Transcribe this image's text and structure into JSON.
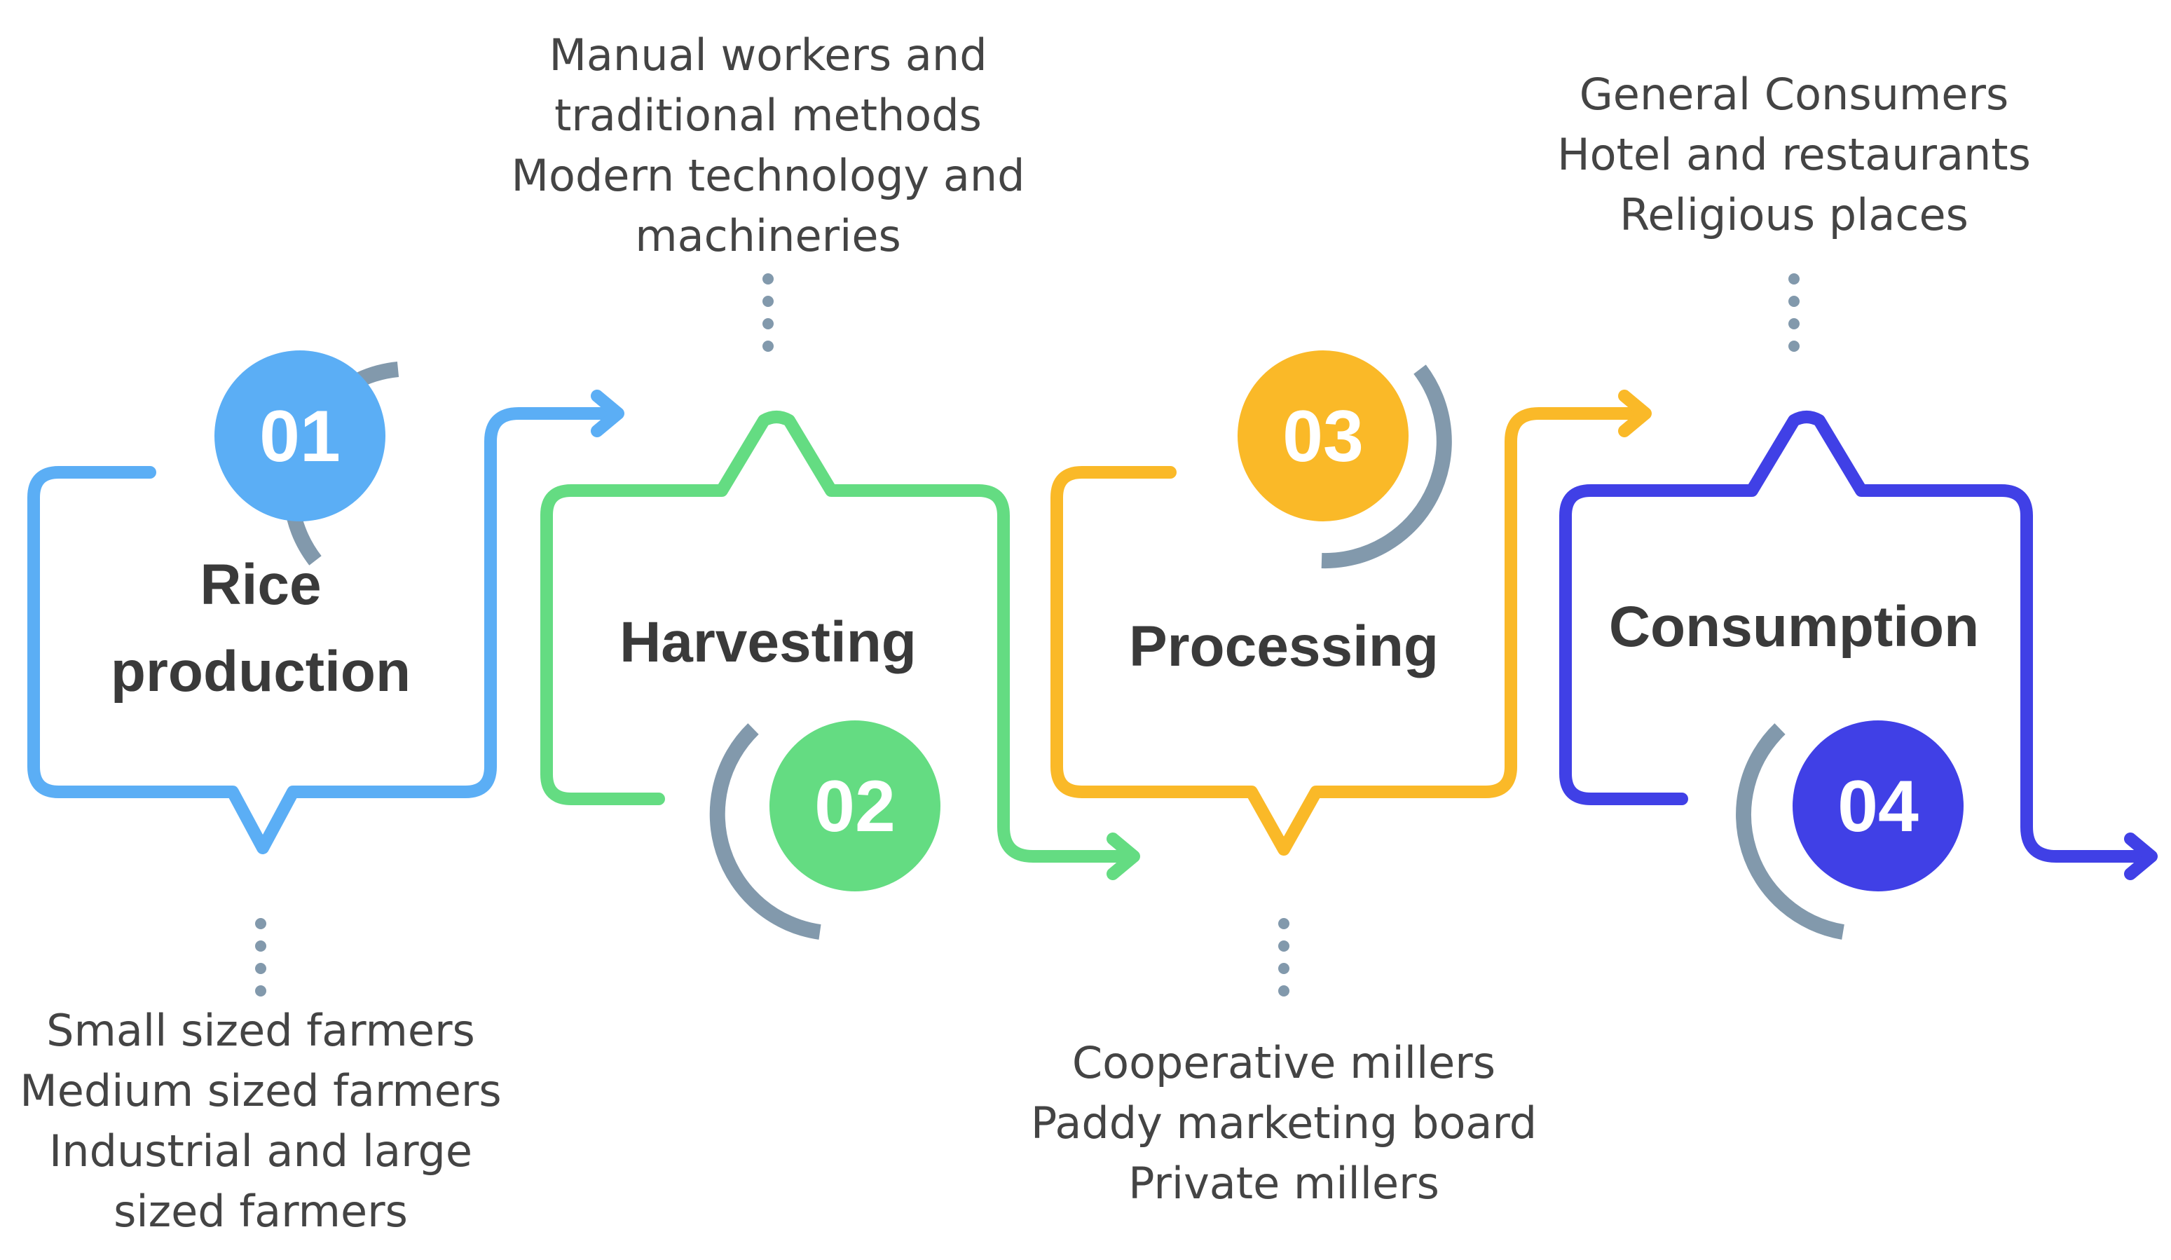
{
  "steps": [
    {
      "number": "01",
      "title_line1": "Rice",
      "title_line2": "production",
      "color": "#5BAEF5",
      "details": [
        "Small sized farmers",
        "Medium sized farmers",
        "Industrial and large",
        "sized farmers"
      ]
    },
    {
      "number": "02",
      "title": "Harvesting",
      "color": "#64DC82",
      "details": [
        "Manual workers and",
        "traditional methods",
        "Modern technology and",
        "machineries"
      ]
    },
    {
      "number": "03",
      "title": "Processing",
      "color": "#FAB928",
      "details": [
        "Cooperative millers",
        "Paddy marketing board",
        "Private millers"
      ]
    },
    {
      "number": "04",
      "title": "Consumption",
      "color": "#4040E6",
      "details": [
        "General Consumers",
        "Hotel and restaurants",
        "Religious places"
      ]
    }
  ],
  "accent_arc_color": "#8299AC",
  "connector_dot_color": "#8299AC"
}
